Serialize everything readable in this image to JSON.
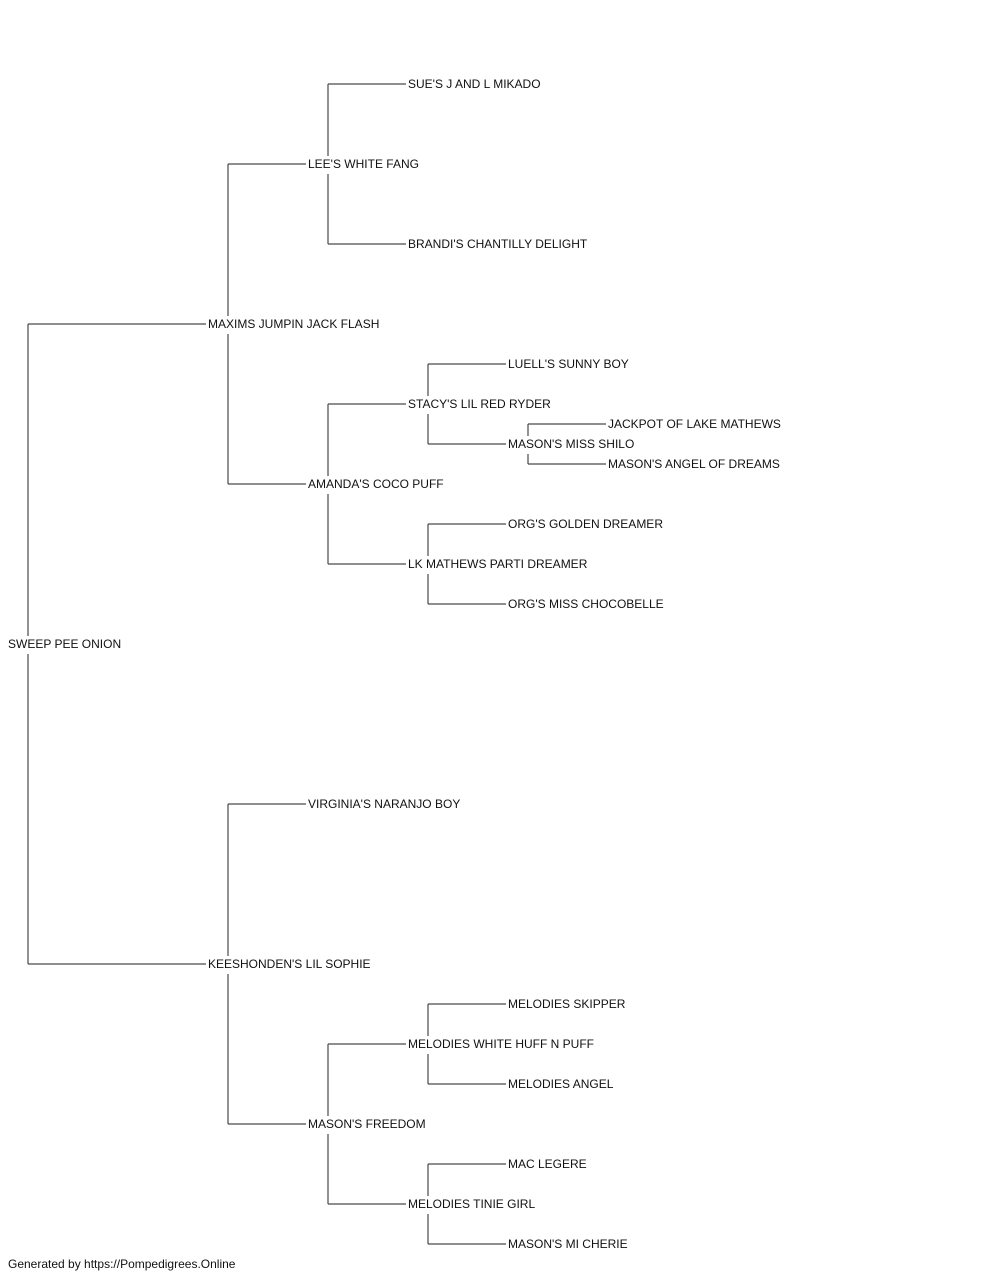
{
  "pedigree": {
    "subject": "SWEEP PEE ONION",
    "sire": {
      "name": "MAXIMS JUMPIN JACK FLASH",
      "sire": {
        "name": "LEE'S WHITE FANG",
        "sire": {
          "name": "SUE'S J AND L MIKADO"
        },
        "dam": {
          "name": "BRANDI'S CHANTILLY DELIGHT"
        }
      },
      "dam": {
        "name": "AMANDA'S COCO PUFF",
        "sire": {
          "name": "STACY'S LIL RED RYDER",
          "sire": {
            "name": "LUELL'S SUNNY BOY"
          },
          "dam": {
            "name": "MASON'S MISS SHILO",
            "sire": {
              "name": "JACKPOT OF LAKE MATHEWS"
            },
            "dam": {
              "name": "MASON'S ANGEL OF DREAMS"
            }
          }
        },
        "dam": {
          "name": "LK MATHEWS PARTI DREAMER",
          "sire": {
            "name": "ORG'S GOLDEN DREAMER"
          },
          "dam": {
            "name": "ORG'S MISS CHOCOBELLE"
          }
        }
      }
    },
    "dam": {
      "name": "KEESHONDEN'S LIL SOPHIE",
      "sire": {
        "name": "VIRGINIA'S NARANJO BOY"
      },
      "dam": {
        "name": "MASON'S FREEDOM",
        "sire": {
          "name": "MELODIES WHITE HUFF N PUFF",
          "sire": {
            "name": "MELODIES SKIPPER"
          },
          "dam": {
            "name": "MELODIES ANGEL"
          }
        },
        "dam": {
          "name": "MELODIES TINIE GIRL",
          "sire": {
            "name": "MAC LEGERE"
          },
          "dam": {
            "name": "MASON'S MI CHERIE"
          }
        }
      }
    }
  },
  "footer": {
    "text": "Generated by https://Pompedigrees.Online"
  },
  "colors": {
    "line": "#4a4a4a",
    "text": "#111111",
    "background": "#ffffff"
  }
}
